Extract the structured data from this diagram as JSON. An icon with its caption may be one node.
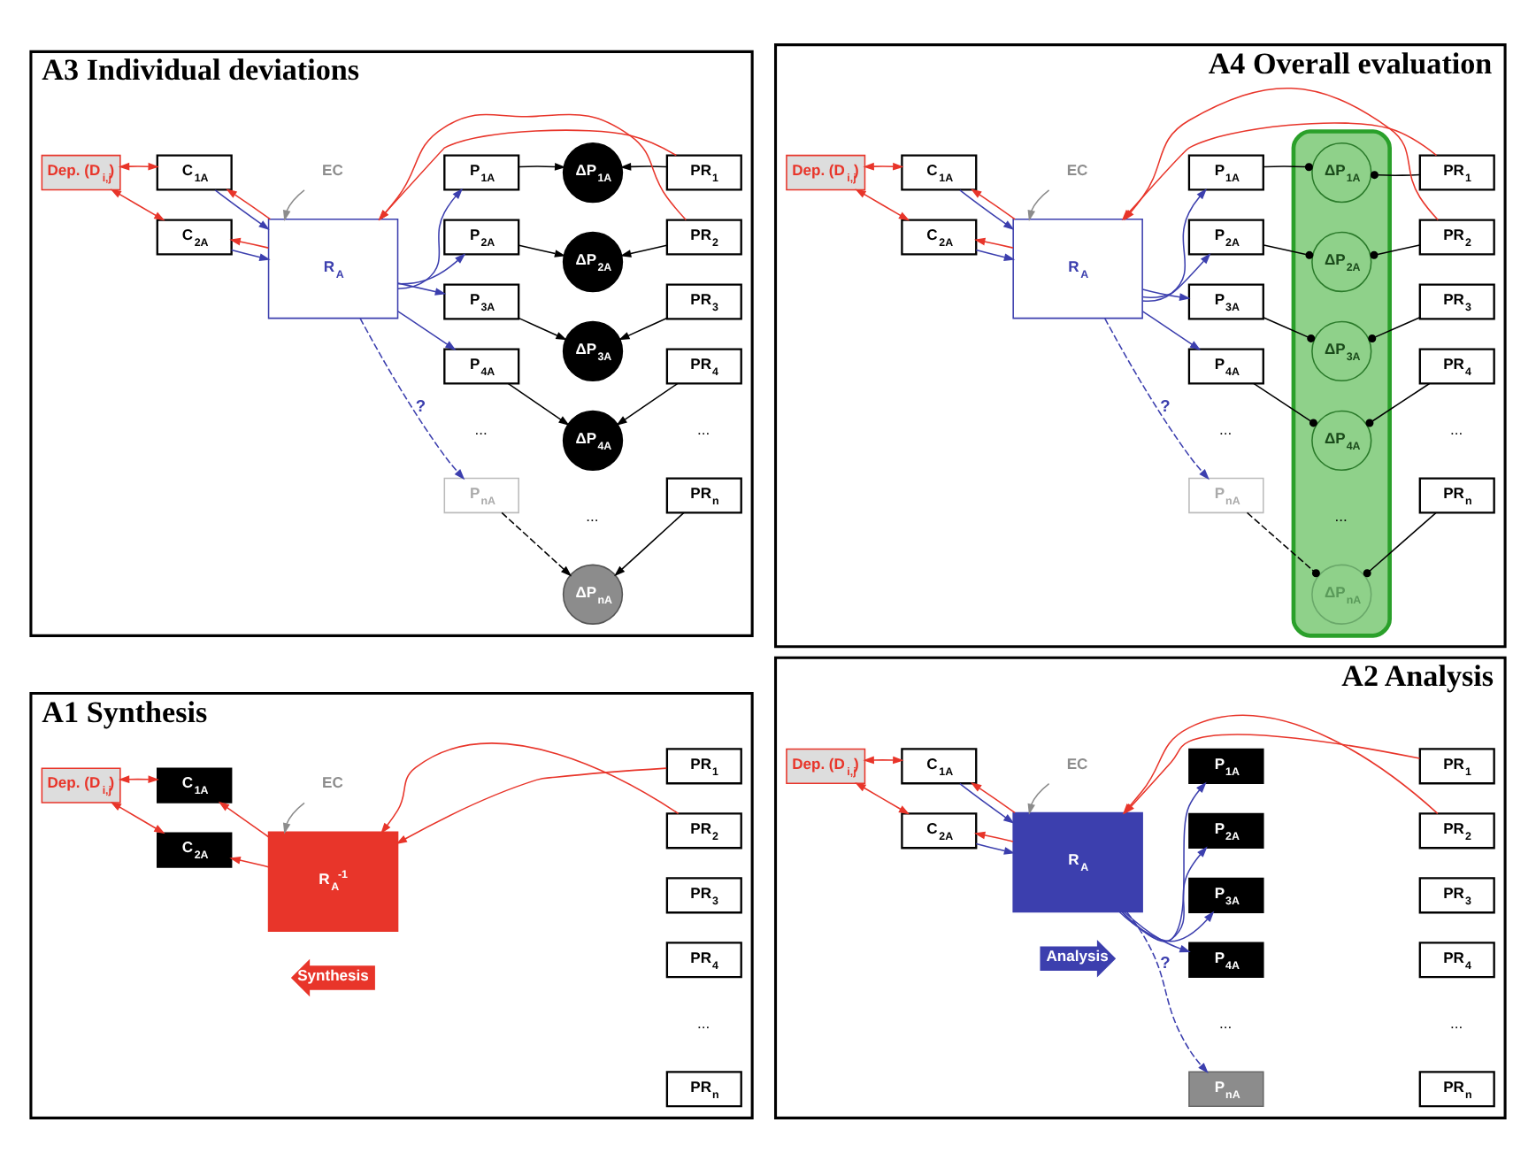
{
  "diagram": {
    "nodes": [
      {
        "text": [
          "A1 Synthesis"
        ]
      },
      {
        "text": [
          "Dep. (D$_{i,j}$)"
        ],
        "in": 0
      },
      {
        "text": [
          "C$_{1A}$"
        ],
        "in": 0
      },
      {
        "text": [
          "C$_{2A}$"
        ],
        "in": 0
      },
      {
        "text": [
          "R$_{A}$$^{-1}$"
        ],
        "in": 0
      },
      {
        "text": [
          "EC"
        ],
        "in": 0
      },
      {
        "text": [
          "Synthesis"
        ],
        "in": 0
      },
      {
        "text": [
          "PR$_{1}$"
        ],
        "in": 0
      },
      {
        "text": [
          "PR$_{2}$"
        ],
        "in": 0
      },
      {
        "text": [
          "PR$_{3}$"
        ],
        "in": 0
      },
      {
        "text": [
          "PR$_{4}$"
        ],
        "in": 0
      },
      {
        "text": [
          "PR$_{n}$"
        ],
        "in": 0
      },
      {
        "text": [
          "A2 Analysis"
        ]
      },
      {
        "text": [
          "Dep. (D$_{i,j}$)"
        ],
        "in": 12
      },
      {
        "text": [
          "C$_{1A}$"
        ],
        "in": 12
      },
      {
        "text": [
          "C$_{2A}$"
        ],
        "in": 12
      },
      {
        "text": [
          "R$_{A}$"
        ],
        "in": 12
      },
      {
        "text": [
          "EC"
        ],
        "in": 12
      },
      {
        "text": [
          "Analysis"
        ],
        "in": 12
      },
      {
        "text": [
          "P$_{1A}$"
        ],
        "in": 12
      },
      {
        "text": [
          "P$_{2A}$"
        ],
        "in": 12
      },
      {
        "text": [
          "P$_{3A}$"
        ],
        "in": 12
      },
      {
        "text": [
          "P$_{4A}$"
        ],
        "in": 12
      },
      {
        "text": [
          "P$_{nA}$"
        ],
        "in": 12
      },
      {
        "text": [
          "PR$_{1}$"
        ],
        "in": 12
      },
      {
        "text": [
          "PR$_{2}$"
        ],
        "in": 12
      },
      {
        "text": [
          "PR$_{3}$"
        ],
        "in": 12
      },
      {
        "text": [
          "PR$_{4}$"
        ],
        "in": 12
      },
      {
        "text": [
          "PR$_{n}$"
        ],
        "in": 12
      },
      {
        "text": [
          "A3 Individual deviations"
        ]
      },
      {
        "text": [
          "Dep. (D$_{i,j}$)"
        ],
        "in": 29
      },
      {
        "text": [
          "C$_{1A}$"
        ],
        "in": 29
      },
      {
        "text": [
          "C$_{2A}$"
        ],
        "in": 29
      },
      {
        "text": [
          "R$_{A}$"
        ],
        "in": 29
      },
      {
        "text": [
          "EC"
        ],
        "in": 29
      },
      {
        "text": [
          "P$_{1A}$"
        ],
        "in": 29
      },
      {
        "text": [
          "P$_{2A}$"
        ],
        "in": 29
      },
      {
        "text": [
          "P$_{3A}$"
        ],
        "in": 29
      },
      {
        "text": [
          "P$_{4A}$"
        ],
        "in": 29
      },
      {
        "text": [
          "P$_{nA}$"
        ],
        "in": 29
      },
      {
        "text": [
          "ΔP$_{1A}$"
        ],
        "in": 29
      },
      {
        "text": [
          "ΔP$_{2A}$"
        ],
        "in": 29
      },
      {
        "text": [
          "ΔP$_{3A}$"
        ],
        "in": 29
      },
      {
        "text": [
          "ΔP$_{4A}$"
        ],
        "in": 29
      },
      {
        "text": [
          "ΔP$_{nA}$"
        ],
        "in": 29
      },
      {
        "text": [
          "PR$_{1}$"
        ],
        "in": 29
      },
      {
        "text": [
          "PR$_{2}$"
        ],
        "in": 29
      },
      {
        "text": [
          "PR$_{3}$"
        ],
        "in": 29
      },
      {
        "text": [
          "PR$_{4}$"
        ],
        "in": 29
      },
      {
        "text": [
          "PR$_{n}$"
        ],
        "in": 29
      },
      {
        "text": [
          "A4 Overall evaluation"
        ]
      },
      {
        "text": [
          "Dep. (D$_{i,j}$)"
        ],
        "in": 50
      },
      {
        "text": [
          "C$_{1A}$"
        ],
        "in": 50
      },
      {
        "text": [
          "C$_{2A}$"
        ],
        "in": 50
      },
      {
        "text": [
          "R$_{A}$"
        ],
        "in": 50
      },
      {
        "text": [
          "EC"
        ],
        "in": 50
      },
      {
        "text": [
          "P$_{1A}$"
        ],
        "in": 50
      },
      {
        "text": [
          "P$_{2A}$"
        ],
        "in": 50
      },
      {
        "text": [
          "P$_{3A}$"
        ],
        "in": 50
      },
      {
        "text": [
          "P$_{4A}$"
        ],
        "in": 50
      },
      {
        "text": [
          "P$_{nA}$"
        ],
        "in": 50
      },
      {
        "text": [],
        "shape": "box",
        "in": 50
      },
      {
        "text": [
          "ΔP$_{1A}$"
        ],
        "in": 61
      },
      {
        "text": [
          "ΔP$_{2A}$"
        ],
        "in": 61
      },
      {
        "text": [
          "ΔP$_{3A}$"
        ],
        "in": 61
      },
      {
        "text": [
          "ΔP$_{4A}$"
        ],
        "in": 61
      },
      {
        "text": [
          "ΔP$_{nA}$"
        ],
        "in": 61
      },
      {
        "text": [
          "PR$_{1}$"
        ],
        "in": 50
      },
      {
        "text": [
          "PR$_{2}$"
        ],
        "in": 50
      },
      {
        "text": [
          "PR$_{3}$"
        ],
        "in": 50
      },
      {
        "text": [
          "PR$_{4}$"
        ],
        "in": 50
      },
      {
        "text": [
          "PR$_{n}$"
        ],
        "in": 50
      }
    ],
    "edges": [
      {
        "from": 7,
        "to": 4,
        "arrow": "to"
      },
      {
        "from": 8,
        "to": 4,
        "arrow": "to"
      },
      {
        "from": 4,
        "to": 2,
        "arrow": "to"
      },
      {
        "from": 4,
        "to": 3,
        "arrow": "to"
      },
      {
        "from": 2,
        "to": 1,
        "arrow": "both"
      },
      {
        "from": 3,
        "to": 1,
        "arrow": "both"
      },
      {
        "from": 5,
        "to": 4,
        "arrow": "to",
        "color": "#8c8c8c"
      },
      {
        "from": 14,
        "to": 13,
        "arrow": "both"
      },
      {
        "from": 15,
        "to": 13,
        "arrow": "both"
      },
      {
        "from": 14,
        "to": 16,
        "arrow": "to",
        "color": "#3c3fae"
      },
      {
        "from": 15,
        "to": 16,
        "arrow": "to",
        "color": "#3c3fae"
      },
      {
        "from": 16,
        "to": 14,
        "arrow": "to"
      },
      {
        "from": 16,
        "to": 15,
        "arrow": "to"
      },
      {
        "from": 24,
        "to": 16,
        "arrow": "to"
      },
      {
        "from": 25,
        "to": 16,
        "arrow": "to"
      },
      {
        "from": 16,
        "to": 19,
        "arrow": "to",
        "color": "#3c3fae"
      },
      {
        "from": 16,
        "to": 20,
        "arrow": "to",
        "color": "#3c3fae"
      },
      {
        "from": 16,
        "to": 21,
        "arrow": "to",
        "color": "#3c3fae"
      },
      {
        "from": 16,
        "to": 22,
        "arrow": "to",
        "color": "#3c3fae"
      },
      {
        "from": 16,
        "to": 23,
        "arrow": "to",
        "style": "dashed",
        "color": "#3c3fae",
        "label": "?"
      },
      {
        "from": 17,
        "to": 16,
        "arrow": "to",
        "color": "#8c8c8c"
      },
      {
        "from": 31,
        "to": 30,
        "arrow": "both"
      },
      {
        "from": 32,
        "to": 30,
        "arrow": "both"
      },
      {
        "from": 31,
        "to": 33,
        "arrow": "to",
        "color": "#3c3fae"
      },
      {
        "from": 32,
        "to": 33,
        "arrow": "to",
        "color": "#3c3fae"
      },
      {
        "from": 33,
        "to": 31,
        "arrow": "to"
      },
      {
        "from": 33,
        "to": 32,
        "arrow": "to"
      },
      {
        "from": 45,
        "to": 33,
        "arrow": "to"
      },
      {
        "from": 46,
        "to": 33,
        "arrow": "to"
      },
      {
        "from": 33,
        "to": 35,
        "arrow": "to",
        "color": "#3c3fae"
      },
      {
        "from": 33,
        "to": 36,
        "arrow": "to",
        "color": "#3c3fae"
      },
      {
        "from": 33,
        "to": 37,
        "arrow": "to",
        "color": "#3c3fae"
      },
      {
        "from": 33,
        "to": 38,
        "arrow": "to",
        "color": "#3c3fae"
      },
      {
        "from": 33,
        "to": 39,
        "arrow": "to",
        "style": "dashed",
        "color": "#3c3fae",
        "label": "?"
      },
      {
        "from": 34,
        "to": 33,
        "arrow": "to",
        "color": "#8c8c8c"
      },
      {
        "from": 35,
        "to": 40,
        "arrow": "to",
        "color": "#000000"
      },
      {
        "from": 36,
        "to": 41,
        "arrow": "to",
        "color": "#000000"
      },
      {
        "from": 37,
        "to": 42,
        "arrow": "to",
        "color": "#000000"
      },
      {
        "from": 38,
        "to": 43,
        "arrow": "to",
        "color": "#000000"
      },
      {
        "from": 39,
        "to": 44,
        "arrow": "to",
        "style": "dashed",
        "color": "#000000"
      },
      {
        "from": 45,
        "to": 40,
        "arrow": "to",
        "color": "#000000"
      },
      {
        "from": 46,
        "to": 41,
        "arrow": "to",
        "color": "#000000"
      },
      {
        "from": 47,
        "to": 42,
        "arrow": "to",
        "color": "#000000"
      },
      {
        "from": 48,
        "to": 43,
        "arrow": "to",
        "color": "#000000"
      },
      {
        "from": 49,
        "to": 44,
        "arrow": "to",
        "color": "#000000"
      },
      {
        "from": 52,
        "to": 51,
        "arrow": "both"
      },
      {
        "from": 53,
        "to": 51,
        "arrow": "both"
      },
      {
        "from": 52,
        "to": 54,
        "arrow": "to",
        "color": "#3c3fae"
      },
      {
        "from": 53,
        "to": 54,
        "arrow": "to",
        "color": "#3c3fae"
      },
      {
        "from": 54,
        "to": 52,
        "arrow": "to"
      },
      {
        "from": 54,
        "to": 53,
        "arrow": "to"
      },
      {
        "from": 67,
        "to": 54,
        "arrow": "to"
      },
      {
        "from": 68,
        "to": 54,
        "arrow": "to"
      },
      {
        "from": 54,
        "to": 56,
        "arrow": "to",
        "color": "#3c3fae"
      },
      {
        "from": 54,
        "to": 57,
        "arrow": "to",
        "color": "#3c3fae"
      },
      {
        "from": 54,
        "to": 58,
        "arrow": "to",
        "color": "#3c3fae"
      },
      {
        "from": 54,
        "to": 59,
        "arrow": "to",
        "color": "#3c3fae"
      },
      {
        "from": 54,
        "to": 60,
        "arrow": "to",
        "style": "dashed",
        "color": "#3c3fae",
        "label": "?"
      },
      {
        "from": 55,
        "to": 54,
        "arrow": "to",
        "color": "#8c8c8c"
      },
      {
        "from": 56,
        "to": 62,
        "arrow": "other",
        "color": "#000000"
      },
      {
        "from": 57,
        "to": 63,
        "arrow": "other",
        "color": "#000000"
      },
      {
        "from": 58,
        "to": 64,
        "arrow": "other",
        "color": "#000000"
      },
      {
        "from": 59,
        "to": 65,
        "arrow": "other",
        "color": "#000000"
      },
      {
        "from": 60,
        "to": 66,
        "arrow": "other",
        "style": "dashed",
        "color": "#000000"
      },
      {
        "from": 67,
        "to": 62,
        "arrow": "other",
        "color": "#000000"
      },
      {
        "from": 68,
        "to": 63,
        "arrow": "other",
        "color": "#000000"
      },
      {
        "from": 69,
        "to": 64,
        "arrow": "other",
        "color": "#000000"
      },
      {
        "from": 70,
        "to": 65,
        "arrow": "other",
        "color": "#000000"
      },
      {
        "from": 71,
        "to": 66,
        "arrow": "other",
        "color": "#000000"
      }
    ],
    "labels": [
      "...",
      "...",
      "...",
      "...",
      "...",
      "...",
      "...",
      "...",
      "..."
    ]
  }
}
